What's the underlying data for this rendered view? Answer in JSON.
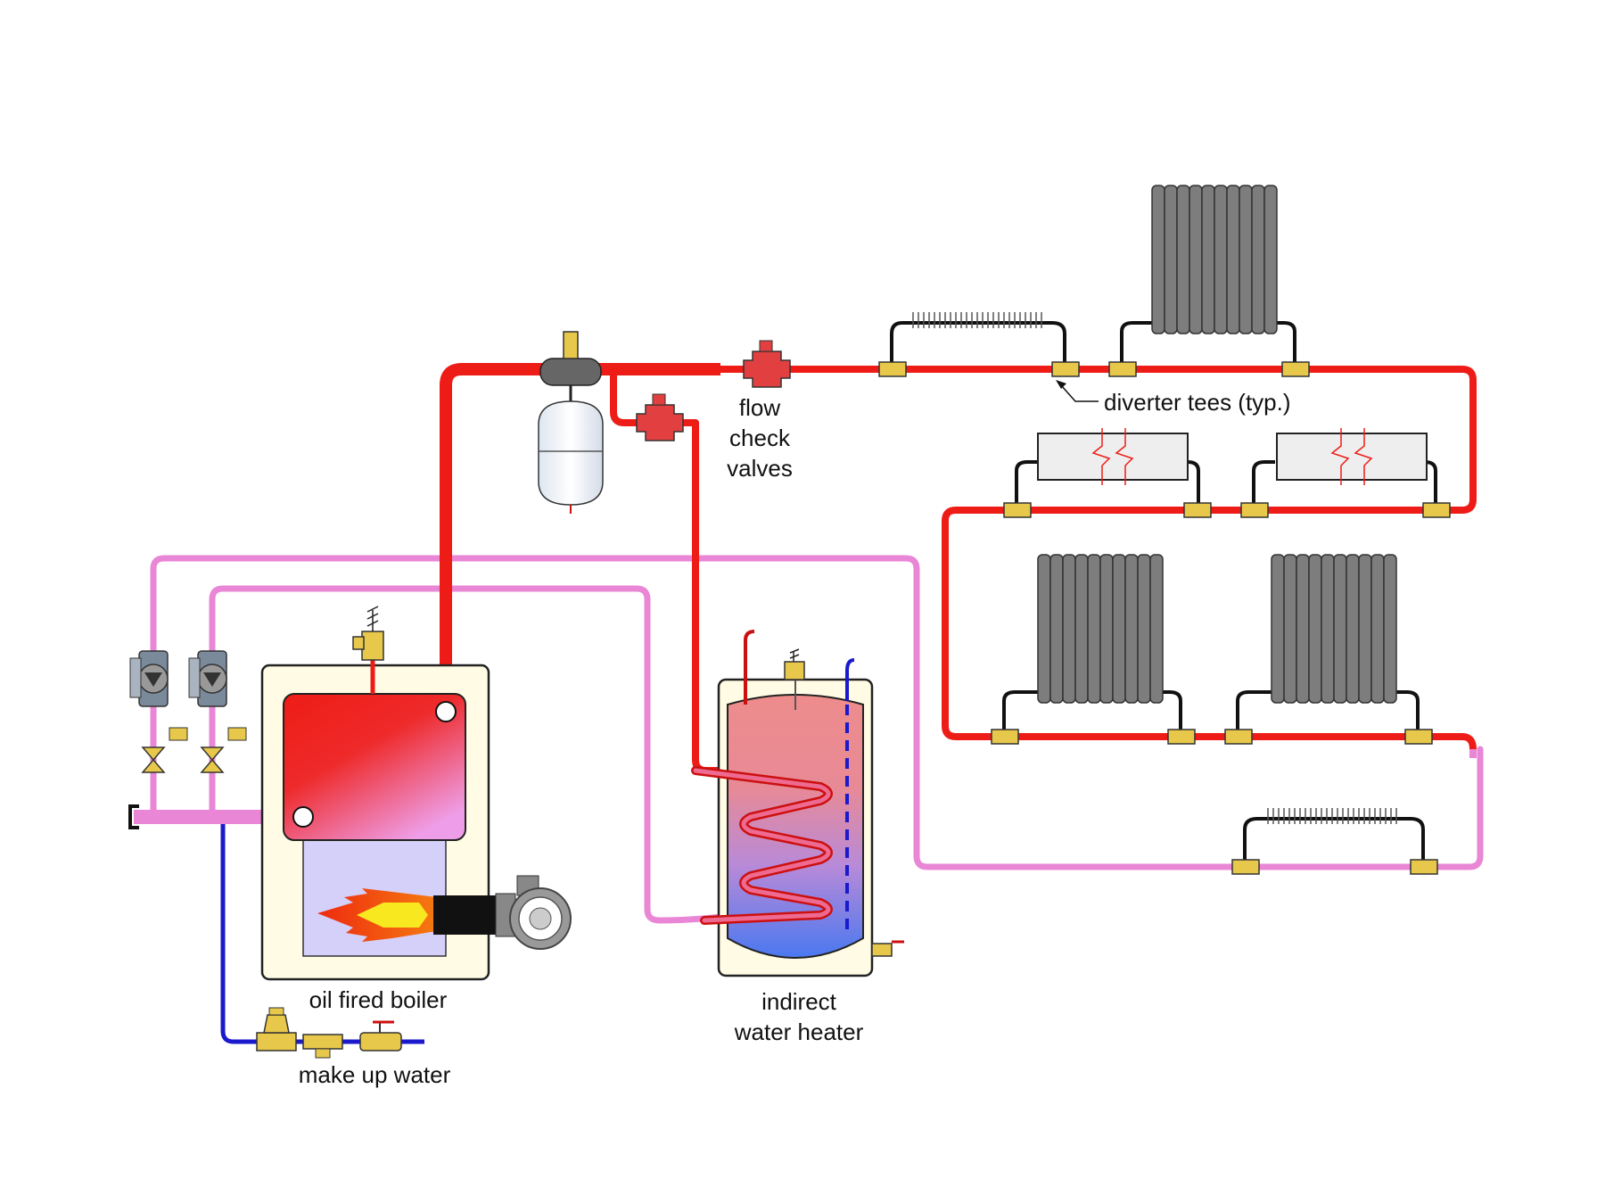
{
  "labels": {
    "flow": "flow",
    "check": "check",
    "valves": "valves",
    "diverter": "diverter tees (typ.)",
    "boiler": "oil fired boiler",
    "indirect": "indirect",
    "water_heater": "water heater",
    "makeup": "make up water"
  },
  "colors": {
    "supply": "#ee1c16",
    "return": "#e986d6",
    "cold": "#1a1acc",
    "fitting": "#e8c84a",
    "radiator": "#7d7d7d"
  },
  "icons": [
    "fin-tube-baseboard-icon",
    "cast-iron-radiator-icon",
    "panel-radiator-icon",
    "circulator-icon",
    "purger-icon",
    "expansion-tank-icon",
    "flow-check-valve-icon",
    "relief-valve-icon",
    "burner-icon",
    "flame-icon",
    "feed-valve-icon"
  ]
}
